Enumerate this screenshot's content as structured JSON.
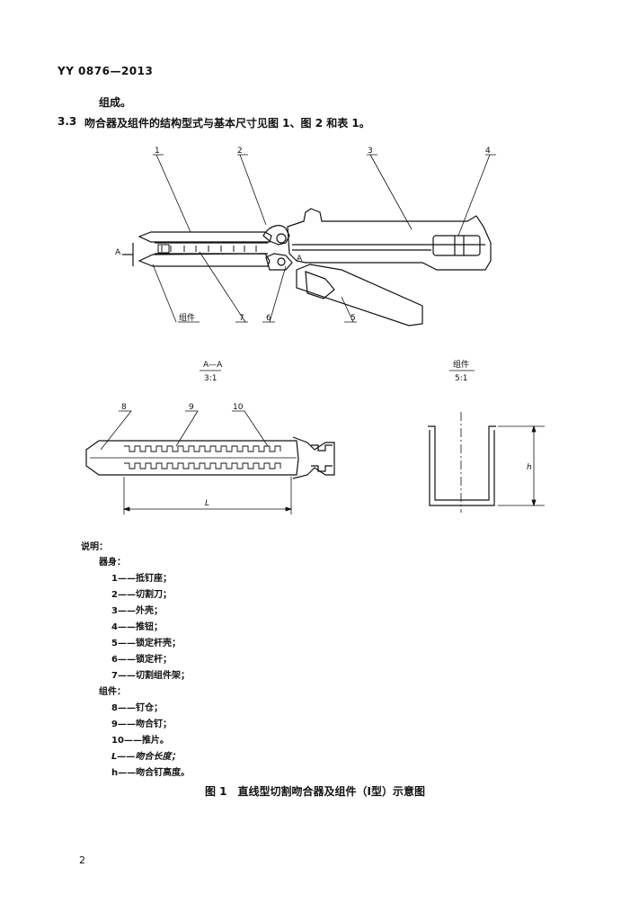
{
  "header": {
    "standard_no": "YY 0876—2013"
  },
  "intro": {
    "continuation": "组成。",
    "section_num": "3.3",
    "section_text": "吻合器及组件的结构型式与基本尺寸见图 1、图 2 和表 1。"
  },
  "figure": {
    "callouts_top": [
      "1",
      "2",
      "3",
      "4",
      "5",
      "6",
      "7"
    ],
    "section_marker": "A",
    "component_label": "组件",
    "view_aa_title": "A—A",
    "view_aa_scale": "3:1",
    "view_comp_title": "组件",
    "view_comp_scale": "5:1",
    "callouts_bottom": [
      "8",
      "9",
      "10"
    ],
    "dim_L": "L",
    "dim_h": "h"
  },
  "legend": {
    "title": "说明：",
    "group1": "器身：",
    "items1": [
      "1——抵钉座；",
      "2——切割刀；",
      "3——外壳；",
      "4——推钮；",
      "5——锁定杆壳；",
      "6——锁定杆；",
      "7——切割组件架；"
    ],
    "group2": "组件：",
    "items2": [
      "8——钉仓；",
      "9——吻合钉；",
      "10——推片。",
      "L——吻合长度；",
      "h——吻合钉高度。"
    ]
  },
  "caption": "图 1　直线型切割吻合器及组件（Ⅰ型）示意图",
  "page_number": "2"
}
